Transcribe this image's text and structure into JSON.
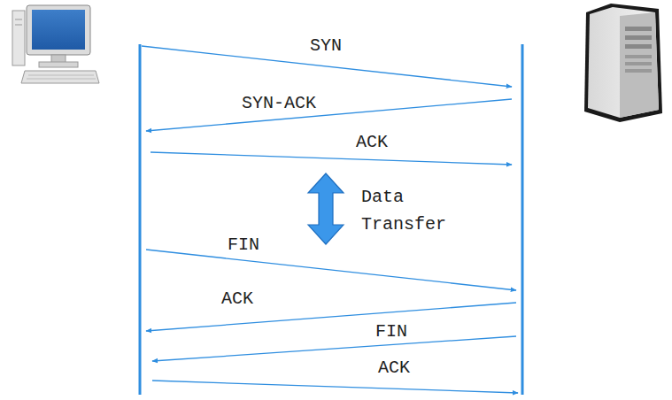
{
  "diagram": {
    "labels": [
      "SYN",
      "SYN-ACK",
      "ACK",
      "Data Transfer",
      "FIN",
      "ACK",
      "FIN",
      "ACK"
    ]
  }
}
